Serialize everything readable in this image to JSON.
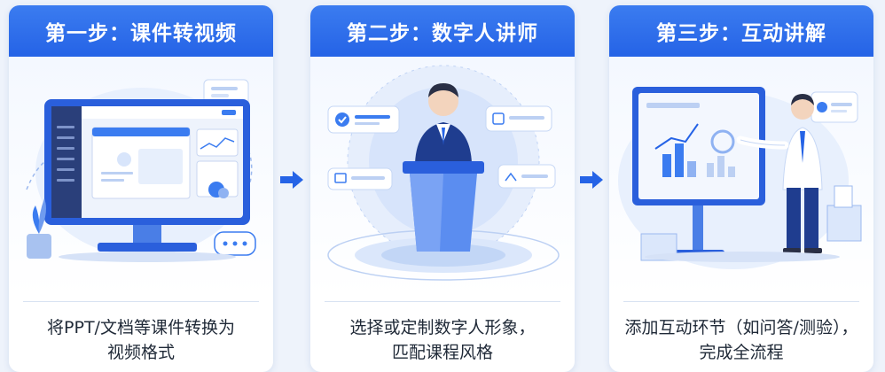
{
  "colors": {
    "primary": "#2563e6",
    "accent": "#3b7cf0",
    "light": "#dbe7fb",
    "text": "#1f2937"
  },
  "steps": [
    {
      "title": "第一步：课件转视频",
      "desc_lines": [
        "将PPT/文档等课件转换为",
        "视频格式"
      ],
      "icon": "monitor-courseware-illustration"
    },
    {
      "title": "第二步：数字人讲师",
      "desc_lines": [
        "选择或定制数字人形象，",
        "匹配课程风格"
      ],
      "icon": "digital-avatar-podium-illustration"
    },
    {
      "title": "第三步：互动讲解",
      "desc_lines": [
        "添加互动环节（如问答/测验），",
        "完成全流程"
      ],
      "icon": "teacher-presenting-illustration"
    }
  ],
  "arrows": [
    "arrow-right-icon",
    "arrow-right-icon"
  ]
}
